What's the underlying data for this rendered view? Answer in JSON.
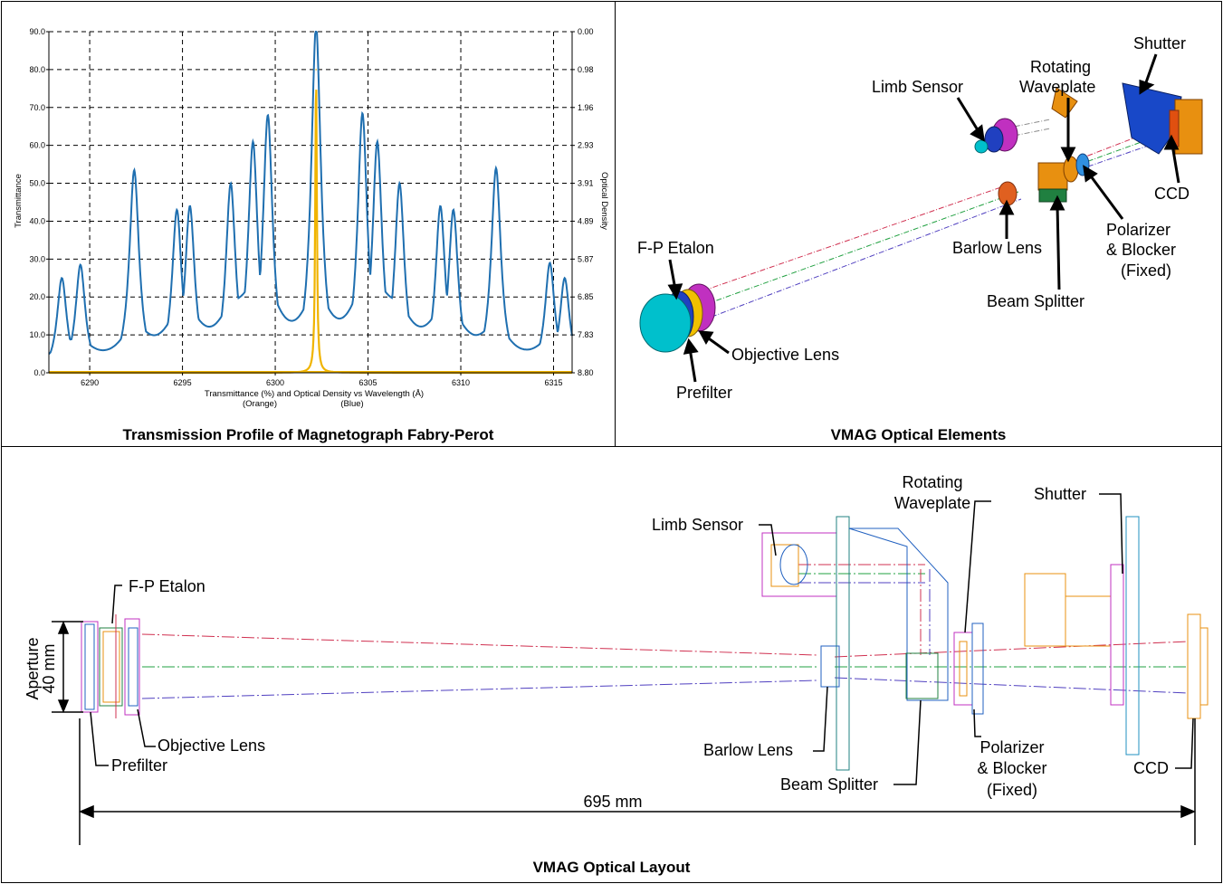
{
  "captions": {
    "chart": "Transmission Profile of Magnetograph Fabry-Perot",
    "elements": "VMAG Optical Elements",
    "layout": "VMAG Optical Layout"
  },
  "chart_data": {
    "type": "line",
    "xlabel": "Transmittance (%) and Optical Density vs Wavelength (Å)",
    "xlabel_sub_left": "(Orange)",
    "xlabel_sub_right": "(Blue)",
    "ylabel_left": "Transmittance",
    "ylabel_right": "Optical Density",
    "xlim": [
      6287.8,
      6316.0
    ],
    "ylim": [
      0,
      90
    ],
    "x_ticks": [
      "6290",
      "6295",
      "6300",
      "6305",
      "6310",
      "6315"
    ],
    "y_ticks_left": [
      "0.0",
      "10.0",
      "20.0",
      "30.0",
      "40.0",
      "50.0",
      "60.0",
      "70.0",
      "80.0",
      "90.0"
    ],
    "y_ticks_right": [
      "8.80",
      "7.83",
      "6.85",
      "5.87",
      "4.89",
      "3.91",
      "2.93",
      "1.96",
      "0.98",
      "0.00"
    ],
    "grid": true,
    "series": [
      {
        "name": "Blue",
        "color": "#1f6fb0",
        "peaks": [
          {
            "x": 6288.5,
            "y": 25
          },
          {
            "x": 6289.5,
            "y": 28.5
          },
          {
            "x": 6292.4,
            "y": 53.5
          },
          {
            "x": 6294.7,
            "y": 43
          },
          {
            "x": 6295.4,
            "y": 44
          },
          {
            "x": 6297.6,
            "y": 50
          },
          {
            "x": 6298.8,
            "y": 61
          },
          {
            "x": 6299.6,
            "y": 68
          },
          {
            "x": 6302.2,
            "y": 91.5
          },
          {
            "x": 6304.7,
            "y": 68.5
          },
          {
            "x": 6305.5,
            "y": 61
          },
          {
            "x": 6306.7,
            "y": 50
          },
          {
            "x": 6308.9,
            "y": 44
          },
          {
            "x": 6309.6,
            "y": 43
          },
          {
            "x": 6311.9,
            "y": 54
          },
          {
            "x": 6314.8,
            "y": 29
          },
          {
            "x": 6315.6,
            "y": 25
          }
        ]
      },
      {
        "name": "Orange",
        "color": "#f0b400",
        "peaks": [
          {
            "x": 6302.2,
            "y": 80
          }
        ]
      }
    ]
  },
  "elements_labels": {
    "shutter": "Shutter",
    "rotating_1": "Rotating",
    "rotating_2": "Waveplate",
    "limb_sensor": "Limb Sensor",
    "ccd": "CCD",
    "polarizer_1": "Polarizer",
    "polarizer_2": "& Blocker",
    "polarizer_3": "(Fixed)",
    "barlow": "Barlow Lens",
    "beam_splitter": "Beam Splitter",
    "etalon": "F-P Etalon",
    "objective": "Objective Lens",
    "prefilter": "Prefilter"
  },
  "layout_labels": {
    "rotating_1": "Rotating",
    "rotating_2": "Waveplate",
    "shutter": "Shutter",
    "limb_sensor": "Limb Sensor",
    "etalon": "F-P Etalon",
    "aperture_1": "Aperture",
    "aperture_2": "40 mm",
    "objective": "Objective Lens",
    "prefilter": "Prefilter",
    "barlow": "Barlow Lens",
    "beam_splitter": "Beam Splitter",
    "polarizer_1": "Polarizer",
    "polarizer_2": "& Blocker",
    "polarizer_3": "(Fixed)",
    "ccd": "CCD",
    "length": "695 mm"
  },
  "colors": {
    "red_ray": "#d03050",
    "green_ray": "#20a040",
    "blue_ray": "#5040c0",
    "cyan_part": "#00b8c8",
    "magenta_part": "#c030c0",
    "orange_part": "#e89010",
    "blue_part": "#1040c0"
  }
}
